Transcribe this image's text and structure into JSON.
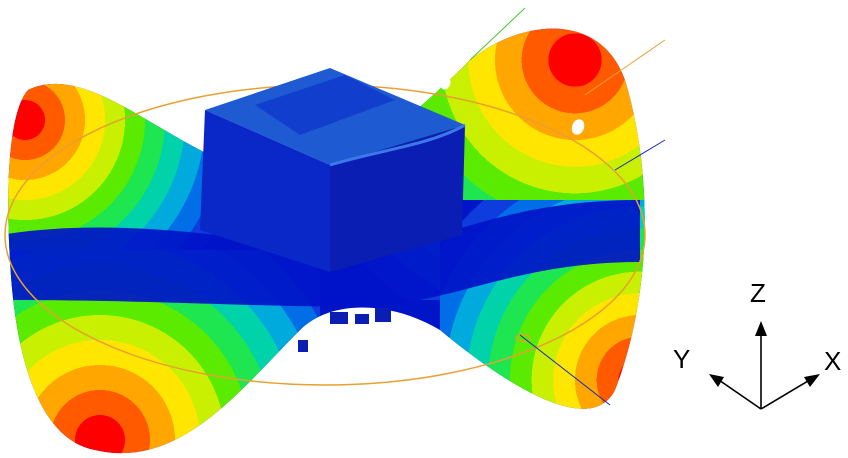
{
  "triad": {
    "z_label": "Z",
    "y_label": "Y",
    "x_label": "X"
  },
  "colormap": [
    "#ff0000",
    "#ff5a00",
    "#ffa600",
    "#ffe600",
    "#c8f000",
    "#5aeb00",
    "#1ee650",
    "#00d2aa",
    "#00aadc",
    "#006ee6",
    "#0f3cdc",
    "#0014c8"
  ],
  "colors": {
    "orbit_ring": "#e8a030",
    "box_top": "#1e5ad2",
    "box_front": "#0a28c8",
    "box_side": "#0a1eb4",
    "green_line": "#44c828",
    "blue_line": "#1428c8"
  }
}
